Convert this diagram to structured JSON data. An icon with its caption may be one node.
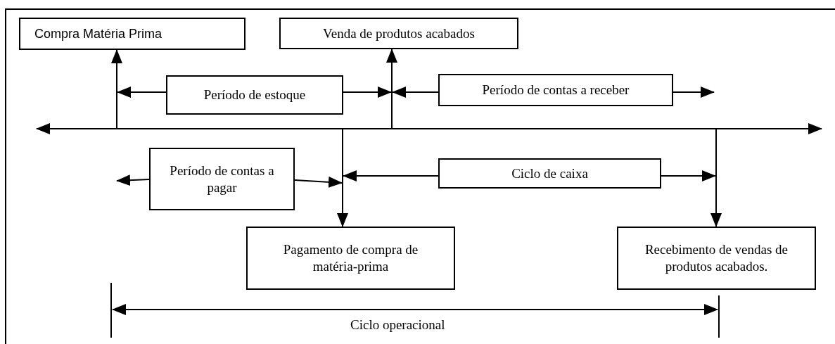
{
  "diagram": {
    "nodes": [
      {
        "text": [
          "Compra Matéria Prima"
        ]
      },
      {
        "text": [
          "Venda de produtos acabados"
        ]
      },
      {
        "text": [
          "Período de estoque"
        ]
      },
      {
        "text": [
          "Período de contas a receber"
        ]
      },
      {
        "text": [
          "Período de contas a pagar"
        ]
      },
      {
        "text": [
          "Ciclo de caixa"
        ]
      },
      {
        "text": [
          "Pagamento de compra de matéria-prima"
        ]
      },
      {
        "text": [
          "Recebimento de vendas de produtos acabados."
        ]
      }
    ],
    "edges": [
      {
        "from": null,
        "to": 0,
        "arrow": "to"
      },
      {
        "from": null,
        "to": 1,
        "arrow": "to"
      },
      {
        "from": null,
        "to": 6,
        "arrow": "to"
      },
      {
        "from": null,
        "to": 7,
        "arrow": "to"
      },
      {
        "from": 2,
        "to": null,
        "arrow": "to"
      },
      {
        "from": 2,
        "to": null,
        "arrow": "to"
      },
      {
        "from": 3,
        "to": null,
        "arrow": "to"
      },
      {
        "from": 3,
        "to": null,
        "arrow": "to"
      },
      {
        "from": 4,
        "to": null,
        "arrow": "to"
      },
      {
        "from": 4,
        "to": null,
        "arrow": "to"
      },
      {
        "from": 5,
        "to": null,
        "arrow": "to"
      },
      {
        "from": 5,
        "to": null,
        "arrow": "to"
      }
    ],
    "labels": [
      "Ciclo operacional"
    ]
  }
}
